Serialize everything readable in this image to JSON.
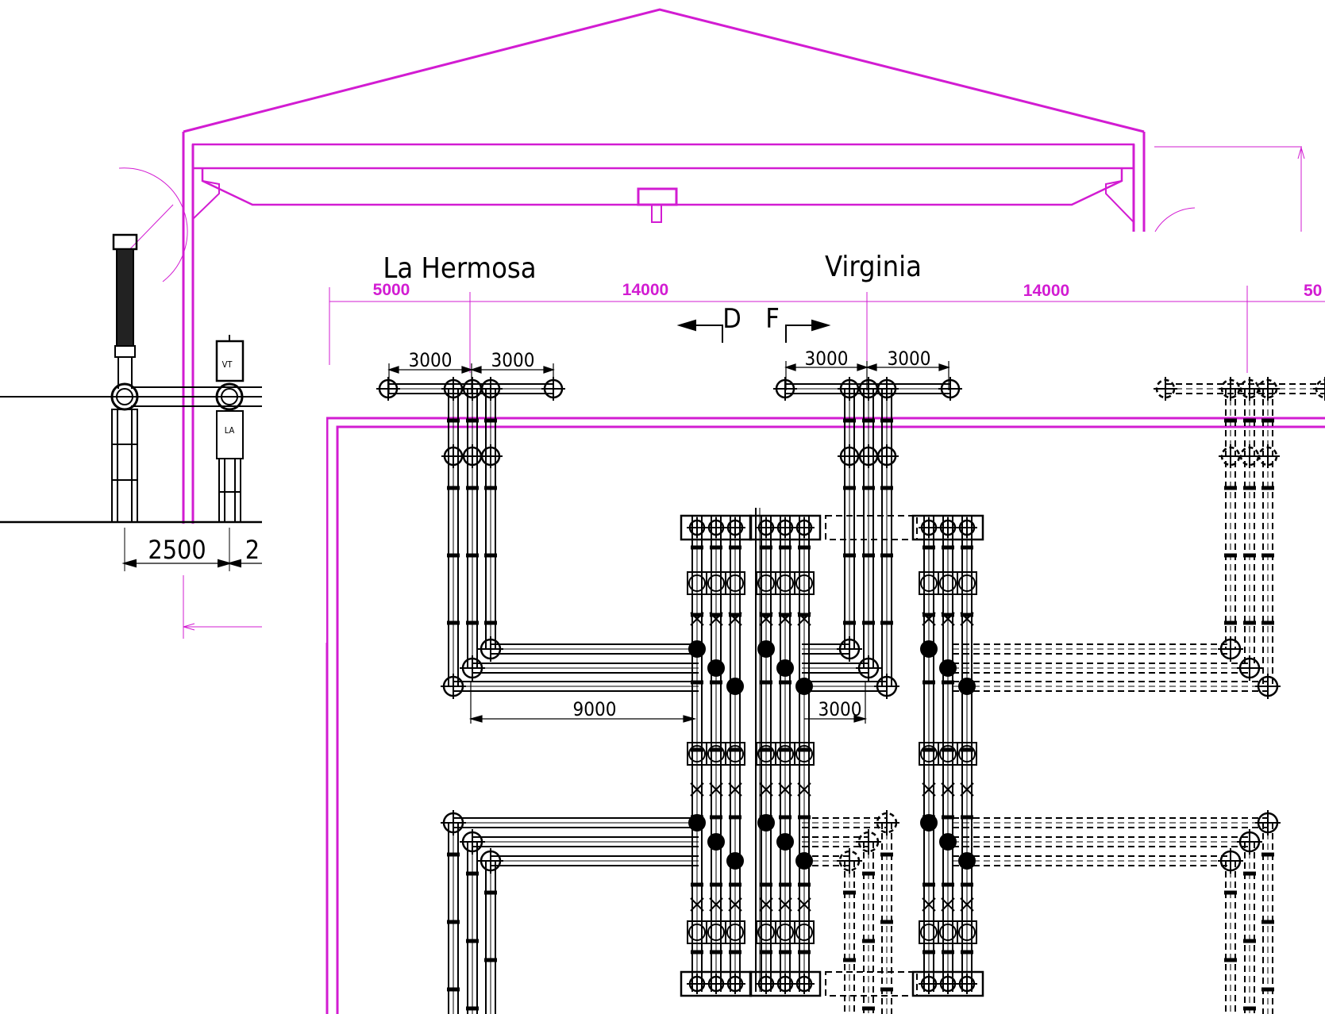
{
  "colors": {
    "roof": "#d21cd2",
    "ink": "#000000",
    "background": "#ffffff"
  },
  "labels": {
    "bay_left": "La Hermosa",
    "bay_right": "Virginia"
  },
  "section_marks": {
    "left": "D",
    "right": "F"
  },
  "dims_top": [
    "5000",
    "14000",
    "14000",
    "50"
  ],
  "dims": {
    "left_a": "3000",
    "left_b": "3000",
    "right_a": "3000",
    "right_b": "3000",
    "mid": "9000",
    "mid2": "3000",
    "elev": "2500",
    "elev2": "2"
  },
  "equipment": {
    "vt": "VT",
    "la": "LA"
  }
}
